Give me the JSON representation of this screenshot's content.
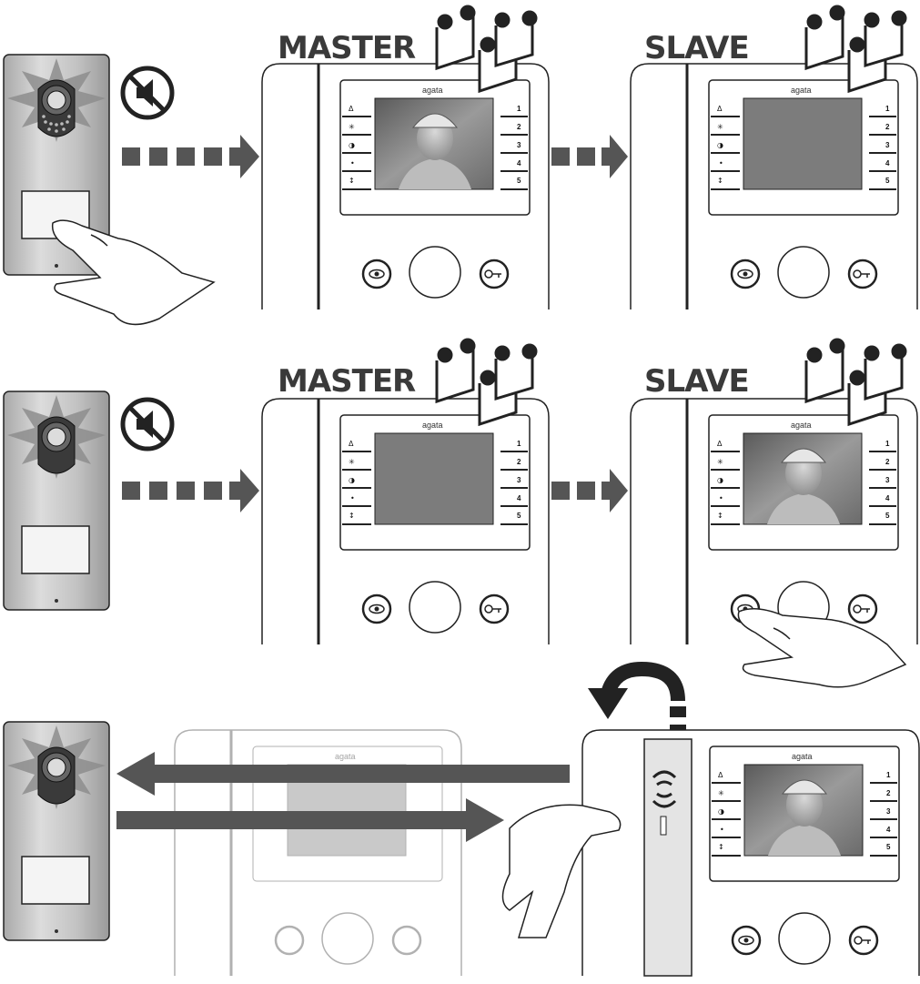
{
  "rows": [
    {
      "master_label": "MASTER",
      "slave_label": "SLAVE"
    },
    {
      "master_label": "MASTER",
      "slave_label": "SLAVE"
    }
  ],
  "monitor": {
    "brand": "agata",
    "right_keys": [
      "1",
      "2",
      "3",
      "4",
      "5"
    ],
    "left_key_symbols": [
      "Δ",
      "✳",
      "◑",
      "•",
      "↕"
    ]
  },
  "icons": {
    "mute": "speaker-muted-icon",
    "music": "music-notes-icon",
    "view": "eye-icon",
    "door_open": "key-icon",
    "rotate": "curved-arrow-icon",
    "handset_sound": "sound-waves-icon"
  },
  "colors": {
    "arrow": "#555555",
    "panel_body": "#c9c9c9",
    "screen_dark": "#7c7c7c",
    "line": "#222222",
    "faded_line": "#b8b8b8"
  }
}
